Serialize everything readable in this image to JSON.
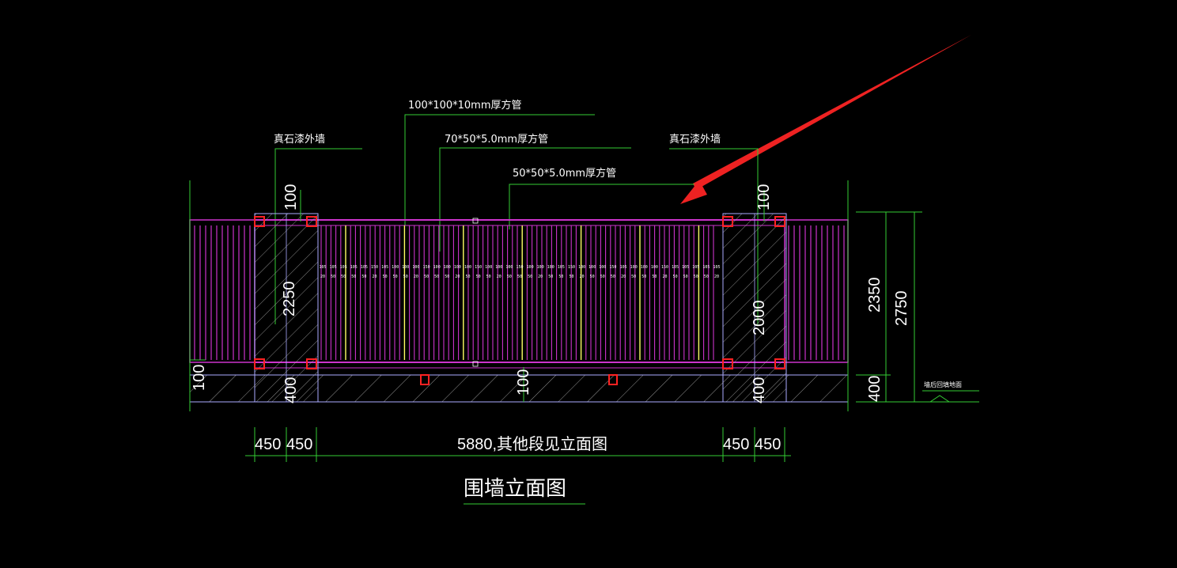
{
  "diagram": {
    "title": "围墙立面图",
    "labels": {
      "wall_left": "真石漆外墙",
      "wall_right": "真石漆外墙",
      "pipe_100": "100*100*10mm厚方管",
      "pipe_70": "70*50*5.0mm厚方管",
      "pipe_50": "50*50*5.0mm厚方管",
      "ground_note": "墙后回填地面"
    },
    "dimensions": {
      "total_height": "2750",
      "fence_height": "2350",
      "base_400": "400",
      "left_pillar_height": "2250",
      "right_pillar_height": "2000",
      "top_100_left": "100",
      "top_100_right": "100",
      "left_base_100": "100",
      "mid_base_100": "100",
      "pillar_base_left": "400",
      "pillar_base_right": "400",
      "bottom_dims": [
        "450",
        "450",
        "5880,其他段见立面图",
        "450",
        "450"
      ]
    },
    "colors": {
      "background": "#000000",
      "frame": "#cc33cc",
      "bars": "#cc33cc",
      "accent_bars": "#ffff66",
      "dimension_lines": "#33cc33",
      "pillar_outline": "#aaaaff",
      "joints": "#ff2222",
      "arrow": "#ee2222",
      "text": "#ffffff"
    },
    "spacing_row_top": [
      "105",
      "105",
      "105",
      "105",
      "105",
      "150",
      "105",
      "100",
      "100",
      "100",
      "150",
      "100",
      "100",
      "100",
      "100",
      "150",
      "100",
      "100",
      "100",
      "150",
      "100",
      "100",
      "100",
      "105",
      "150",
      "100",
      "100",
      "100",
      "150",
      "105",
      "100",
      "100",
      "100",
      "150",
      "105",
      "105",
      "105",
      "105",
      "105"
    ],
    "spacing_row_bottom": [
      "20",
      "50",
      "50",
      "50",
      "50",
      "20",
      "50",
      "50",
      "50",
      "20",
      "50",
      "50",
      "50",
      "20",
      "50",
      "50",
      "50",
      "20",
      "50",
      "50",
      "50",
      "20",
      "50",
      "50",
      "50",
      "20",
      "50",
      "50",
      "50",
      "20",
      "50",
      "50",
      "50",
      "20",
      "50",
      "50",
      "50",
      "50",
      "20"
    ]
  }
}
